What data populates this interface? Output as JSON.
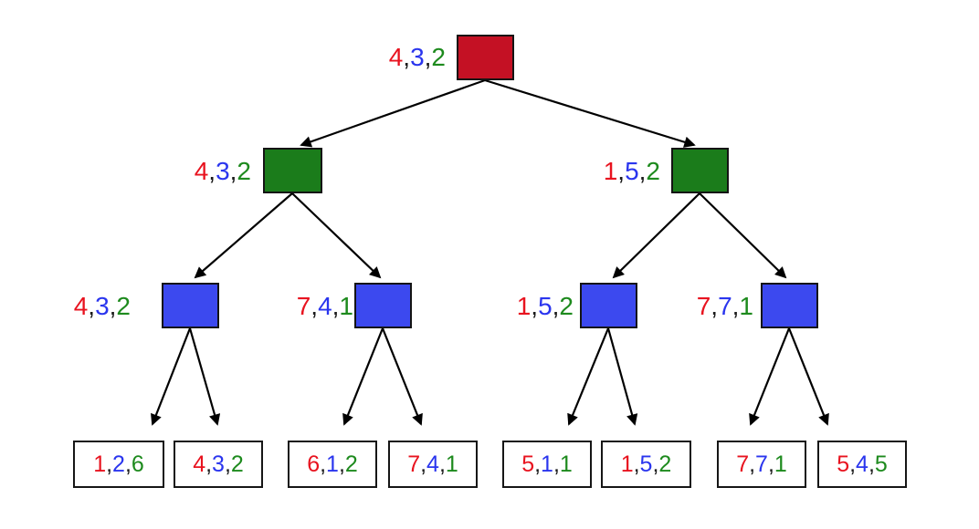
{
  "separator": ",",
  "colors": {
    "node_red_fill": "#c41124",
    "node_green_fill": "#1b7c1b",
    "node_blue_fill": "#3c49ef",
    "leaf_fill": "#ffffff",
    "box_border": "#141414",
    "digit_red": "#e8131f",
    "digit_blue": "#2a35ee",
    "digit_green": "#1d8a1d",
    "comma": "#1a1a1a",
    "edge": "#000000",
    "background": "#ffffff"
  },
  "tree": {
    "root": {
      "parts": [
        "4",
        "3",
        "2"
      ]
    },
    "level2": [
      {
        "parts": [
          "4",
          "3",
          "2"
        ]
      },
      {
        "parts": [
          "1",
          "5",
          "2"
        ]
      }
    ],
    "level3": [
      {
        "parts": [
          "4",
          "3",
          "2"
        ]
      },
      {
        "parts": [
          "7",
          "4",
          "1"
        ]
      },
      {
        "parts": [
          "1",
          "5",
          "2"
        ]
      },
      {
        "parts": [
          "7",
          "7",
          "1"
        ]
      }
    ],
    "leaves": [
      {
        "parts": [
          "1",
          "2",
          "6"
        ]
      },
      {
        "parts": [
          "4",
          "3",
          "2"
        ]
      },
      {
        "parts": [
          "6",
          "1",
          "2"
        ]
      },
      {
        "parts": [
          "7",
          "4",
          "1"
        ]
      },
      {
        "parts": [
          "5",
          "1",
          "1"
        ]
      },
      {
        "parts": [
          "1",
          "5",
          "2"
        ]
      },
      {
        "parts": [
          "7",
          "7",
          "1"
        ]
      },
      {
        "parts": [
          "5",
          "4",
          "5"
        ]
      }
    ]
  }
}
